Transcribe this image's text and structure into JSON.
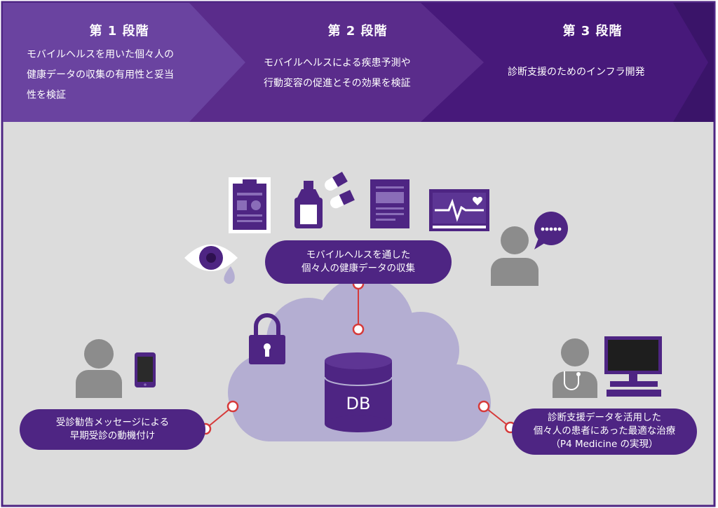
{
  "stages": [
    {
      "title": "第 1 段階",
      "lines": [
        "モバイルヘルスを用いた個々人の",
        "健康データの収集の有用性と妥当",
        "性を検証"
      ]
    },
    {
      "title": "第 2 段階",
      "lines": [
        "モバイルヘルスによる疾患予測や",
        "行動変容の促進とその効果を検証"
      ]
    },
    {
      "title": "第 3 段階",
      "lines": [
        "診断支援のためのインフラ開発"
      ]
    }
  ],
  "nodes": {
    "collection": [
      "モバイルヘルスを通した",
      "個々人の健康データの収集"
    ],
    "message": [
      "受診勧告メッセージによる",
      "早期受診の動機付け"
    ],
    "diagnosis": [
      "診断支援データを活用した",
      "個々人の患者にあった最適な治療",
      "（P4 Medicine の実現）"
    ]
  },
  "database_label": "DB",
  "icons": [
    "clipboard-icon",
    "medicine-icon",
    "document-icon",
    "heart-monitor-icon",
    "eye-icon",
    "person-chat-icon",
    "lock-icon",
    "person-icon",
    "smartphone-icon",
    "doctor-icon",
    "computer-icon"
  ],
  "colors": {
    "accent": "#4e2583",
    "band_dark": "#3f1a70",
    "band_mid": "#5a2d8a",
    "cloud": "#b4aed2",
    "panel": "#dcdcdc",
    "icon_gray": "#8c8c8c",
    "connector": "#d63a3a"
  }
}
